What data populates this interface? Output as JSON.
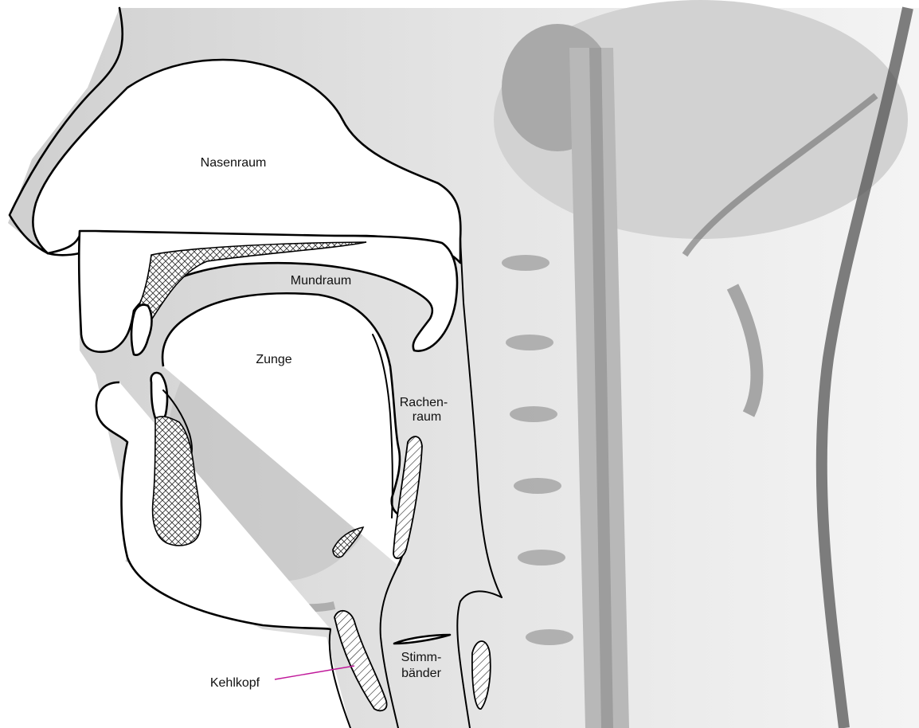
{
  "labels": {
    "nasenraum": "Nasenraum",
    "mundraum": "Mundraum",
    "zunge": "Zunge",
    "rachenraum_line1": "Rachen-",
    "rachenraum_line2": "raum",
    "kehlkopf": "Kehlkopf",
    "stimmbaender_line1": "Stimm-",
    "stimmbaender_line2": "bänder"
  },
  "colors": {
    "pointer_line": "#c0189a",
    "outline": "#000000",
    "background_scan": "#d9d9d9"
  }
}
